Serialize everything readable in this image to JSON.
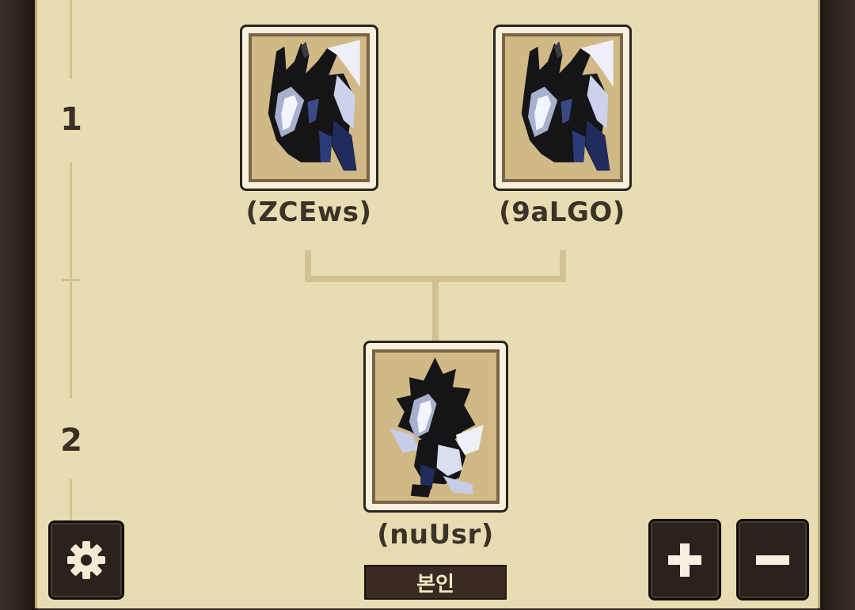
{
  "generations": [
    {
      "label": "1"
    },
    {
      "label": "2"
    }
  ],
  "tree": {
    "parents": [
      {
        "name": "(ZCEws)",
        "sprite": "dark-dragon-head-sprite"
      },
      {
        "name": "(9aLGO)",
        "sprite": "dark-dragon-head-sprite"
      }
    ],
    "child": {
      "name": "(nuUsr)",
      "sprite": "dark-dragon-hatchling-sprite",
      "badge": "본인"
    }
  },
  "controls": {
    "settings_icon": "gear-icon",
    "zoom_in_icon": "plus-icon",
    "zoom_out_icon": "minus-icon"
  },
  "colors": {
    "panel": "#e8dcb2",
    "card_bg": "#d1b986",
    "button": "#2a221c",
    "badge": "#3a2b22"
  }
}
